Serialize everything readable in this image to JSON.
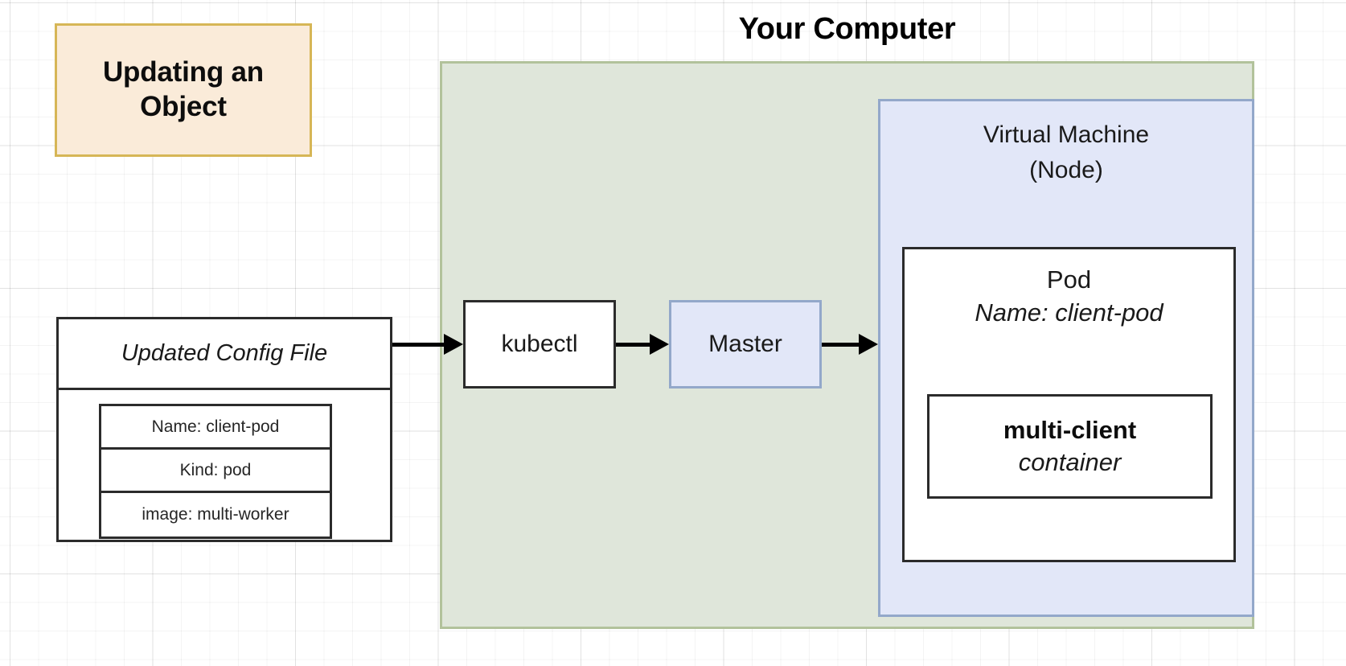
{
  "diagram": {
    "title_callout": {
      "line1": "Updating an",
      "line2": "Object",
      "fill_color": "#faebd9",
      "border_color": "#d6b656"
    },
    "your_computer": {
      "label": "Your Computer",
      "fill_color": "#dfe6da",
      "border_color": "#b2c29b"
    },
    "config_file": {
      "header": "Updated Config File",
      "rows": [
        "Name: client-pod",
        "Kind: pod",
        "image: multi-worker"
      ]
    },
    "kubectl": {
      "label": "kubectl"
    },
    "master": {
      "label": "Master",
      "fill_color": "#e2e7f8",
      "border_color": "#93a8ca"
    },
    "virtual_machine": {
      "line1": "Virtual Machine",
      "line2": "(Node)",
      "fill_color": "#e2e7f8",
      "border_color": "#93a8ca"
    },
    "pod": {
      "label": "Pod",
      "name": "Name: client-pod"
    },
    "container": {
      "name": "multi-client",
      "kind": "container"
    },
    "arrows": [
      {
        "name": "config-file-to-kubectl"
      },
      {
        "name": "kubectl-to-master"
      },
      {
        "name": "master-to-virtual-machine"
      }
    ]
  }
}
